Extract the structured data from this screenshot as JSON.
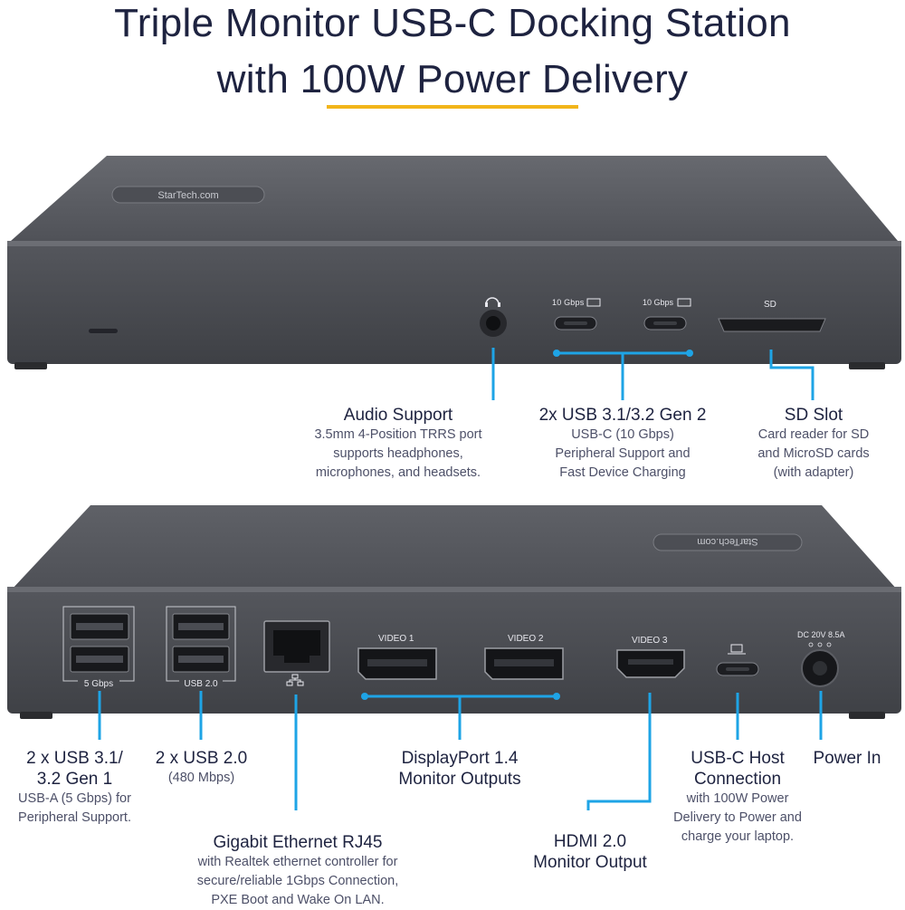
{
  "title": {
    "line1": "Triple Monitor USB-C Docking Station",
    "line2": "with 100W Power Delivery"
  },
  "colors": {
    "accent": "#f2b51b",
    "callout_line": "#1ea4e6",
    "device_body": "#4a4c52",
    "device_top": "#5b5d63"
  },
  "front": {
    "brand": "StarTech.com",
    "port_labels": {
      "usbc1": "10 Gbps",
      "usbc2": "10 Gbps",
      "sd": "SD"
    },
    "callouts": {
      "audio": {
        "heading": "Audio Support",
        "lines": [
          "3.5mm 4-Position TRRS port",
          "supports headphones,",
          "microphones, and headsets."
        ]
      },
      "usbc": {
        "heading": "2x USB 3.1/3.2 Gen 2",
        "lines": [
          "USB-C (10 Gbps)",
          "Peripheral Support and",
          "Fast Device Charging"
        ]
      },
      "sd": {
        "heading": "SD Slot",
        "lines": [
          "Card reader for SD",
          "and MicroSD cards",
          "(with adapter)"
        ]
      }
    }
  },
  "rear": {
    "brand": "StarTech.com",
    "port_labels": {
      "usb_5g": "5 Gbps",
      "usb_20": "USB 2.0",
      "video1": "VIDEO 1",
      "video2": "VIDEO 2",
      "video3": "VIDEO 3",
      "dc": "DC 20V 8.5A"
    },
    "callouts": {
      "usb31": {
        "heading_lines": [
          "2 x USB 3.1/",
          "3.2 Gen 1"
        ],
        "lines": [
          "USB-A (5 Gbps) for",
          "Peripheral Support."
        ]
      },
      "usb20": {
        "heading": "2 x USB 2.0",
        "lines": [
          "(480 Mbps)"
        ]
      },
      "ethernet": {
        "heading": "Gigabit Ethernet RJ45",
        "lines": [
          "with Realtek ethernet controller for",
          "secure/reliable 1Gbps Connection,",
          "PXE Boot and Wake On LAN."
        ]
      },
      "displayport": {
        "heading_lines": [
          "DisplayPort 1.4",
          "Monitor Outputs"
        ]
      },
      "hdmi": {
        "heading_lines": [
          "HDMI 2.0",
          "Monitor Output"
        ]
      },
      "usbc_host": {
        "heading_lines": [
          "USB-C Host",
          "Connection"
        ],
        "lines": [
          "with 100W Power",
          "Delivery to Power and",
          "charge your laptop."
        ]
      },
      "power": {
        "heading": "Power In"
      }
    }
  }
}
